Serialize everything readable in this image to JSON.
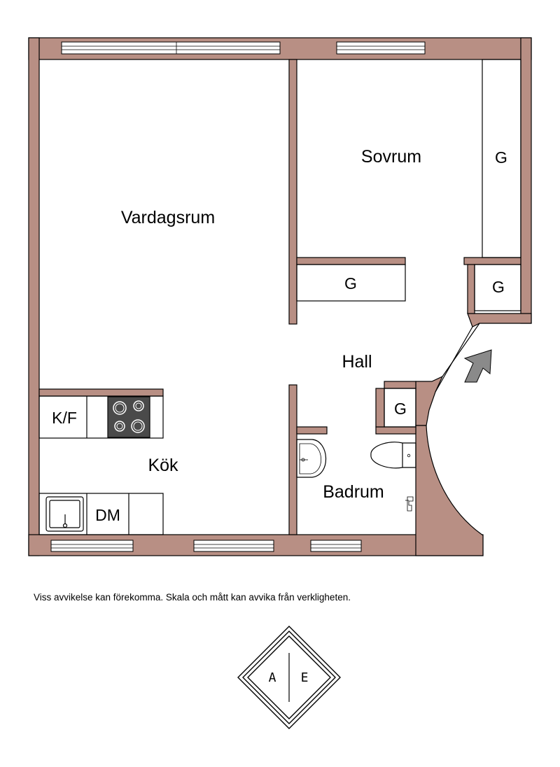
{
  "rooms": {
    "vardagsrum": "Vardagsrum",
    "sovrum": "Sovrum",
    "hall": "Hall",
    "kok": "Kök",
    "badrum": "Badrum"
  },
  "fixtures": {
    "wardrobe_label": "G",
    "fridge_freezer": "K/F",
    "dishwasher": "DM"
  },
  "disclaimer": "Viss avvikelse kan förekomma. Skala och mått kan avvika från verkligheten.",
  "compass": {
    "left": "A",
    "right": "E"
  },
  "colors": {
    "wall": "#b88f84",
    "stove": "#4a4a4a"
  }
}
